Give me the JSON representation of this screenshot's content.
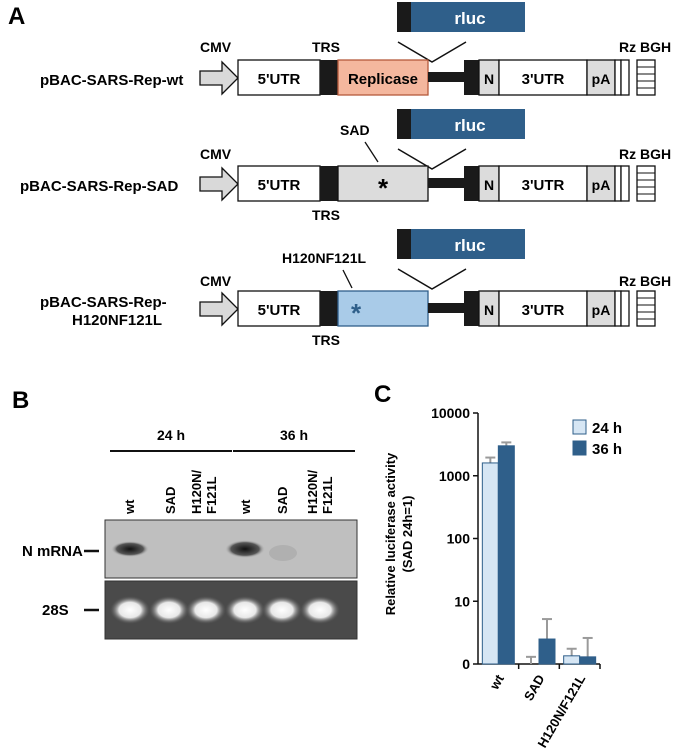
{
  "panel_a": {
    "letter": "A",
    "rluc_label": "rluc",
    "cmv_label": "CMV",
    "trs_label": "TRS",
    "utr5_label": "5'UTR",
    "utr3_label": "3'UTR",
    "n_label": "N",
    "pa_label": "pA",
    "rz_label": "Rz",
    "bgh_label": "BGH",
    "replicase_label": "Replicase",
    "mutation_mark": "*",
    "constructs": [
      {
        "name_line1": "pBAC-SARS-Rep-wt",
        "name_line2": "",
        "mutation": ""
      },
      {
        "name_line1": "pBAC-SARS-Rep-SAD",
        "name_line2": "",
        "mutation": "SAD"
      },
      {
        "name_line1": "pBAC-SARS-Rep-",
        "name_line2": "H120NF121L",
        "mutation": "H120NF121L"
      }
    ],
    "colors": {
      "rluc": "#2f5f8a",
      "replicase": "#f4b79e",
      "sad": "#dcdcdc",
      "mutant": "#a9cbe8",
      "mutant_star": "#2f5f8a"
    }
  },
  "panel_b": {
    "letter": "B",
    "time_labels": [
      "24 h",
      "36 h"
    ],
    "lane_labels": [
      "wt",
      "SAD",
      "H120N/",
      "F121L",
      "wt",
      "SAD",
      "H120N/",
      "F121L"
    ],
    "row_labels": [
      "N mRNA",
      "28S"
    ]
  },
  "panel_c": {
    "letter": "C",
    "chart_data": {
      "type": "bar",
      "ylabel": "Relative luciferase activity (SAD 24h=1)",
      "ylabel_line1": "Relative luciferase activity",
      "ylabel_line2": "(SAD 24h=1)",
      "scale": "log",
      "ylim": [
        1,
        10000
      ],
      "yticks": [
        "0",
        "10",
        "100",
        "1000",
        "10000"
      ],
      "categories": [
        "wt",
        "SAD",
        "H120N/F121L"
      ],
      "series": [
        {
          "name": "24 h",
          "color": "#d6e6f4",
          "values": [
            1600,
            1,
            1.35
          ],
          "errors": [
            1950,
            1.3,
            1.75
          ]
        },
        {
          "name": "36 h",
          "color": "#2f5f8a",
          "values": [
            3000,
            2.5,
            1.3
          ],
          "errors": [
            3400,
            5.2,
            2.6
          ]
        }
      ]
    }
  }
}
